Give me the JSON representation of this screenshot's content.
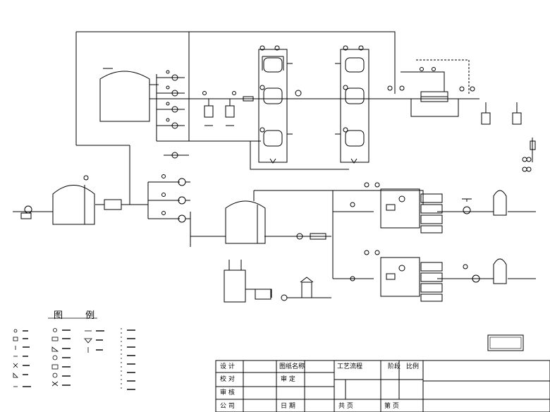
{
  "legend": {
    "title": "图 例"
  },
  "title_block": {
    "design_label": "设 计",
    "check_label": "校 对",
    "review_label": "审 核",
    "drawing_name_label": "图纸名称",
    "approve_label": "审 定",
    "drawing_type_label": "工艺流程",
    "stage_label": "阶段",
    "scale_label": "比例",
    "company_label": "公 司",
    "sheet_total_label": "共 页",
    "sheet_no_label": "第 页",
    "date_label": "日 期"
  }
}
